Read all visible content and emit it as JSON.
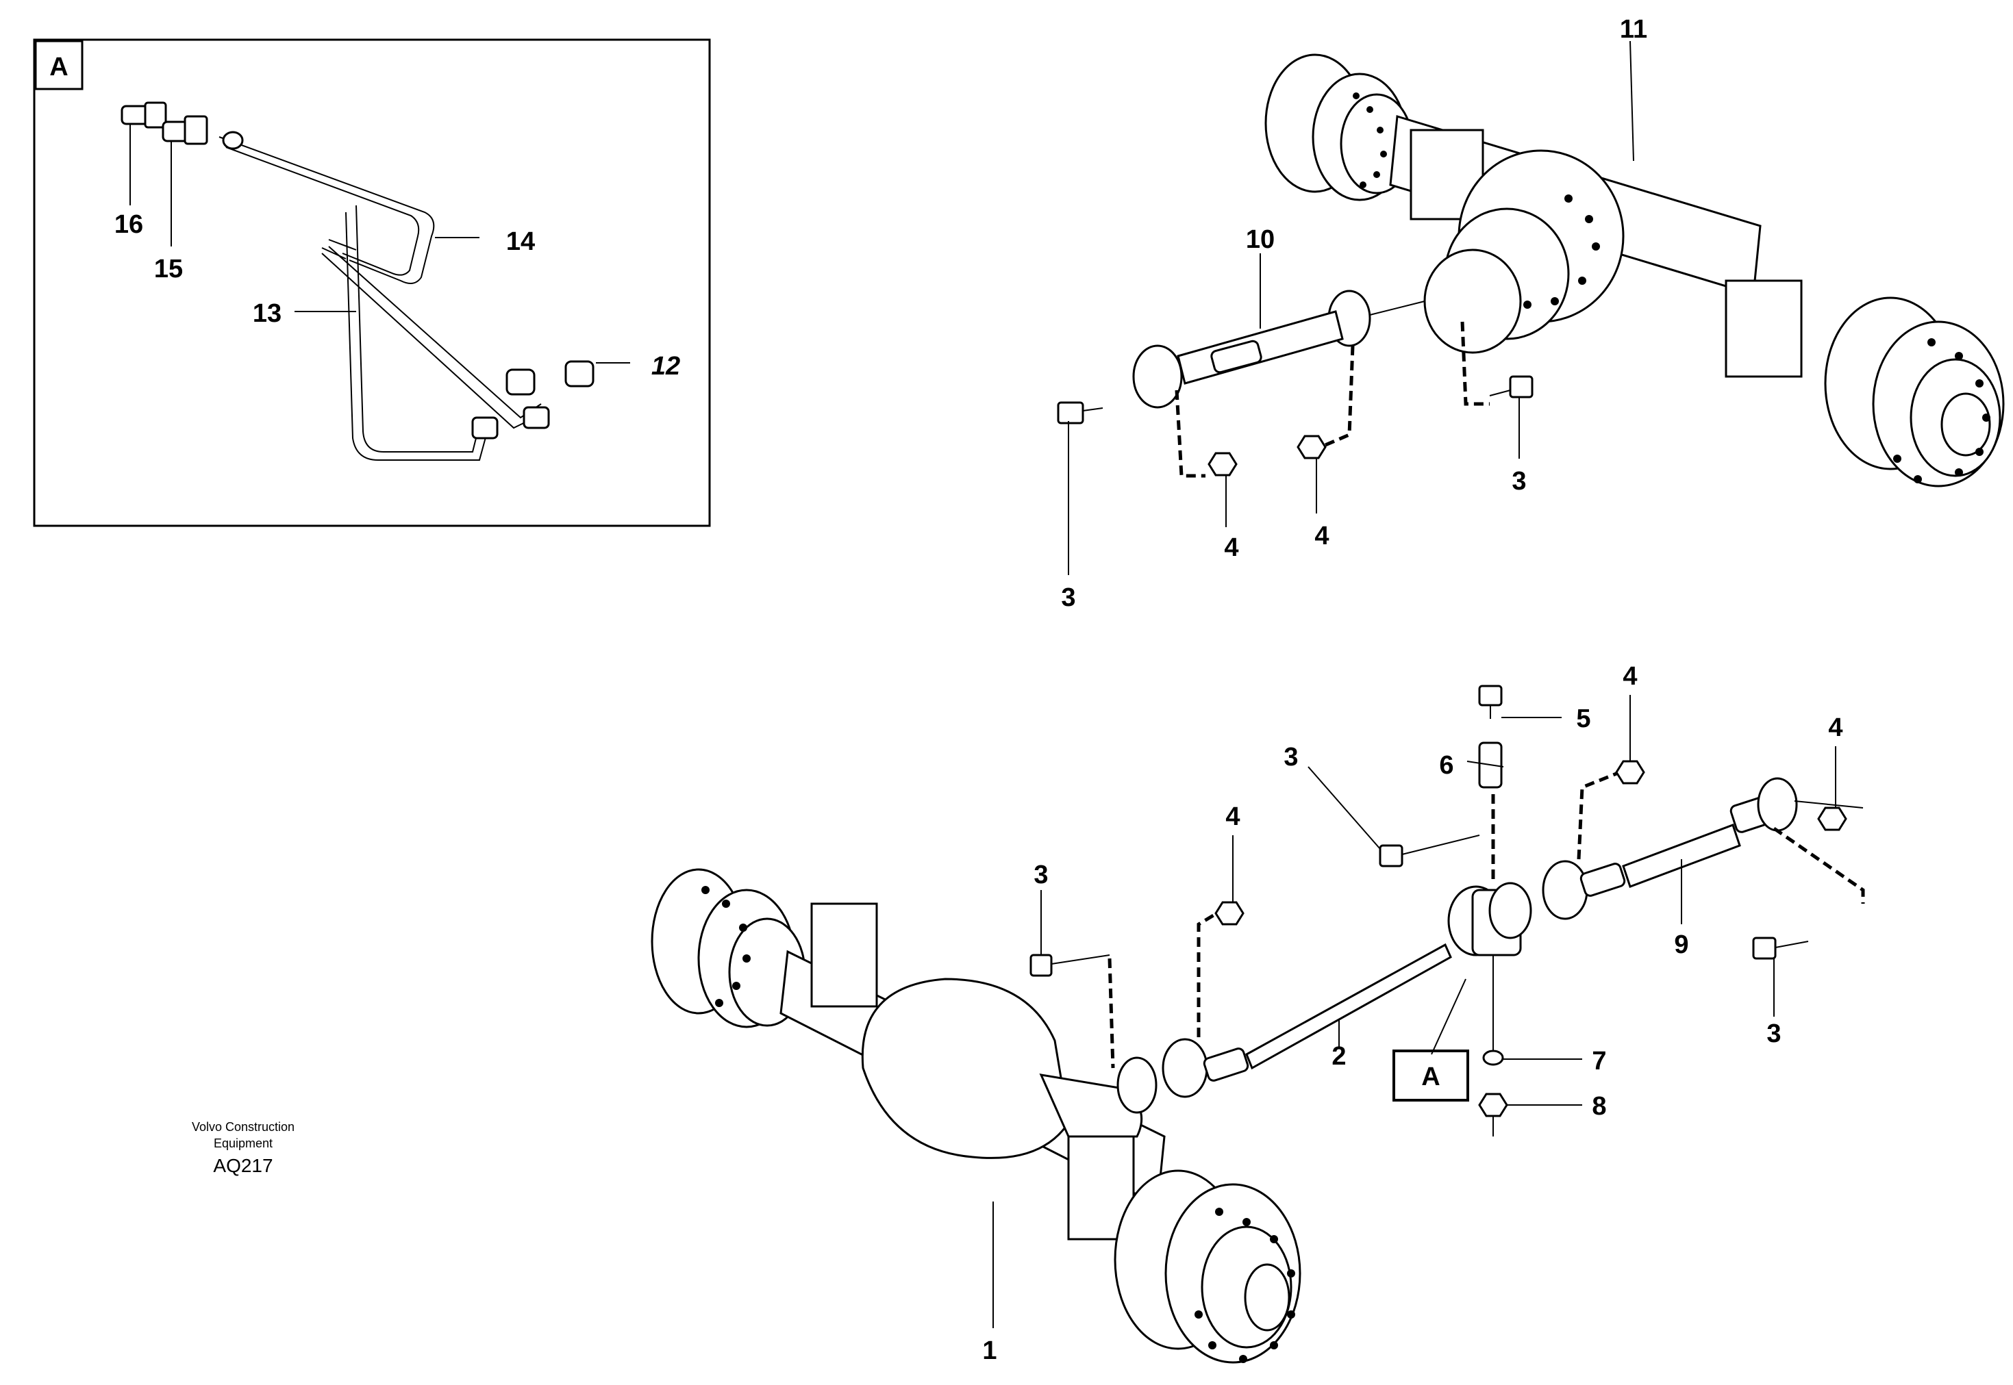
{
  "inset": {
    "label": "A",
    "callouts": [
      "16",
      "15",
      "14",
      "13",
      "12"
    ]
  },
  "rear_assembly": {
    "callouts": [
      "11",
      "10",
      "3",
      "4",
      "4",
      "3"
    ]
  },
  "front_assembly": {
    "callouts": [
      "5",
      "6",
      "4",
      "4",
      "3",
      "3",
      "9",
      "3",
      "2",
      "7",
      "8",
      "1"
    ],
    "ref_box_label": "A"
  },
  "footer": {
    "line1": "Volvo Construction",
    "line2": "Equipment",
    "code": "AQ217"
  }
}
